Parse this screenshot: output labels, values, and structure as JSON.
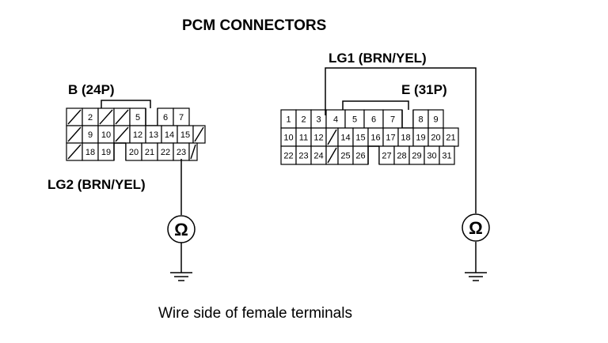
{
  "title": "PCM CONNECTORS",
  "caption": "Wire side of female terminals",
  "connector_b": {
    "label": "B (24P)",
    "wire_label": "LG2 (BRN/YEL)",
    "rows": [
      [
        "",
        "2",
        "",
        "",
        "5",
        "",
        "6",
        "7"
      ],
      [
        "",
        "9",
        "10",
        "",
        "12",
        "13",
        "14",
        "15",
        ""
      ],
      [
        "",
        "18",
        "19",
        "",
        "20",
        "21",
        "22",
        "23",
        ""
      ]
    ]
  },
  "connector_e": {
    "label": "E (31P)",
    "wire_label": "LG1 (BRN/YEL)",
    "rows": [
      [
        "1",
        "2",
        "3",
        "4",
        "5",
        "6",
        "7",
        "",
        "8",
        "9"
      ],
      [
        "10",
        "11",
        "12",
        "",
        "14",
        "15",
        "16",
        "17",
        "18",
        "19",
        "20",
        "21"
      ],
      [
        "22",
        "23",
        "24",
        "",
        "25",
        "26",
        "",
        "27",
        "28",
        "29",
        "30",
        "31"
      ]
    ]
  },
  "meter_symbol": "Ω"
}
